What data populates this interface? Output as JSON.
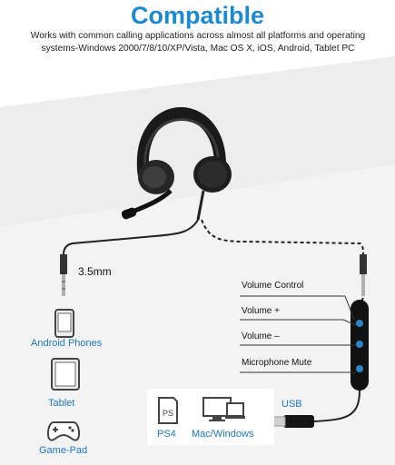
{
  "title": "Compatible",
  "subtitle_line1": "Works with common calling applications across almost all platforms and operating",
  "subtitle_line2": "systems-Windows 2000/7/8/10/XP/Vista, Mac OS X, iOS, Android, Tablet PC",
  "jack_label": "3.5mm",
  "usb_label": "USB",
  "devices": {
    "android": "Android Phones",
    "tablet": "Tablet",
    "gamepad": "Game-Pad",
    "ps4": "PS4",
    "mac": "Mac/Windows"
  },
  "controls": {
    "volume_control": "Volume Control",
    "volume_up": "Volume +",
    "volume_down": "Volume –",
    "mic_mute": "Microphone Mute"
  },
  "colors": {
    "accent": "#1c8ad0",
    "button_blue": "#2a86c8"
  }
}
